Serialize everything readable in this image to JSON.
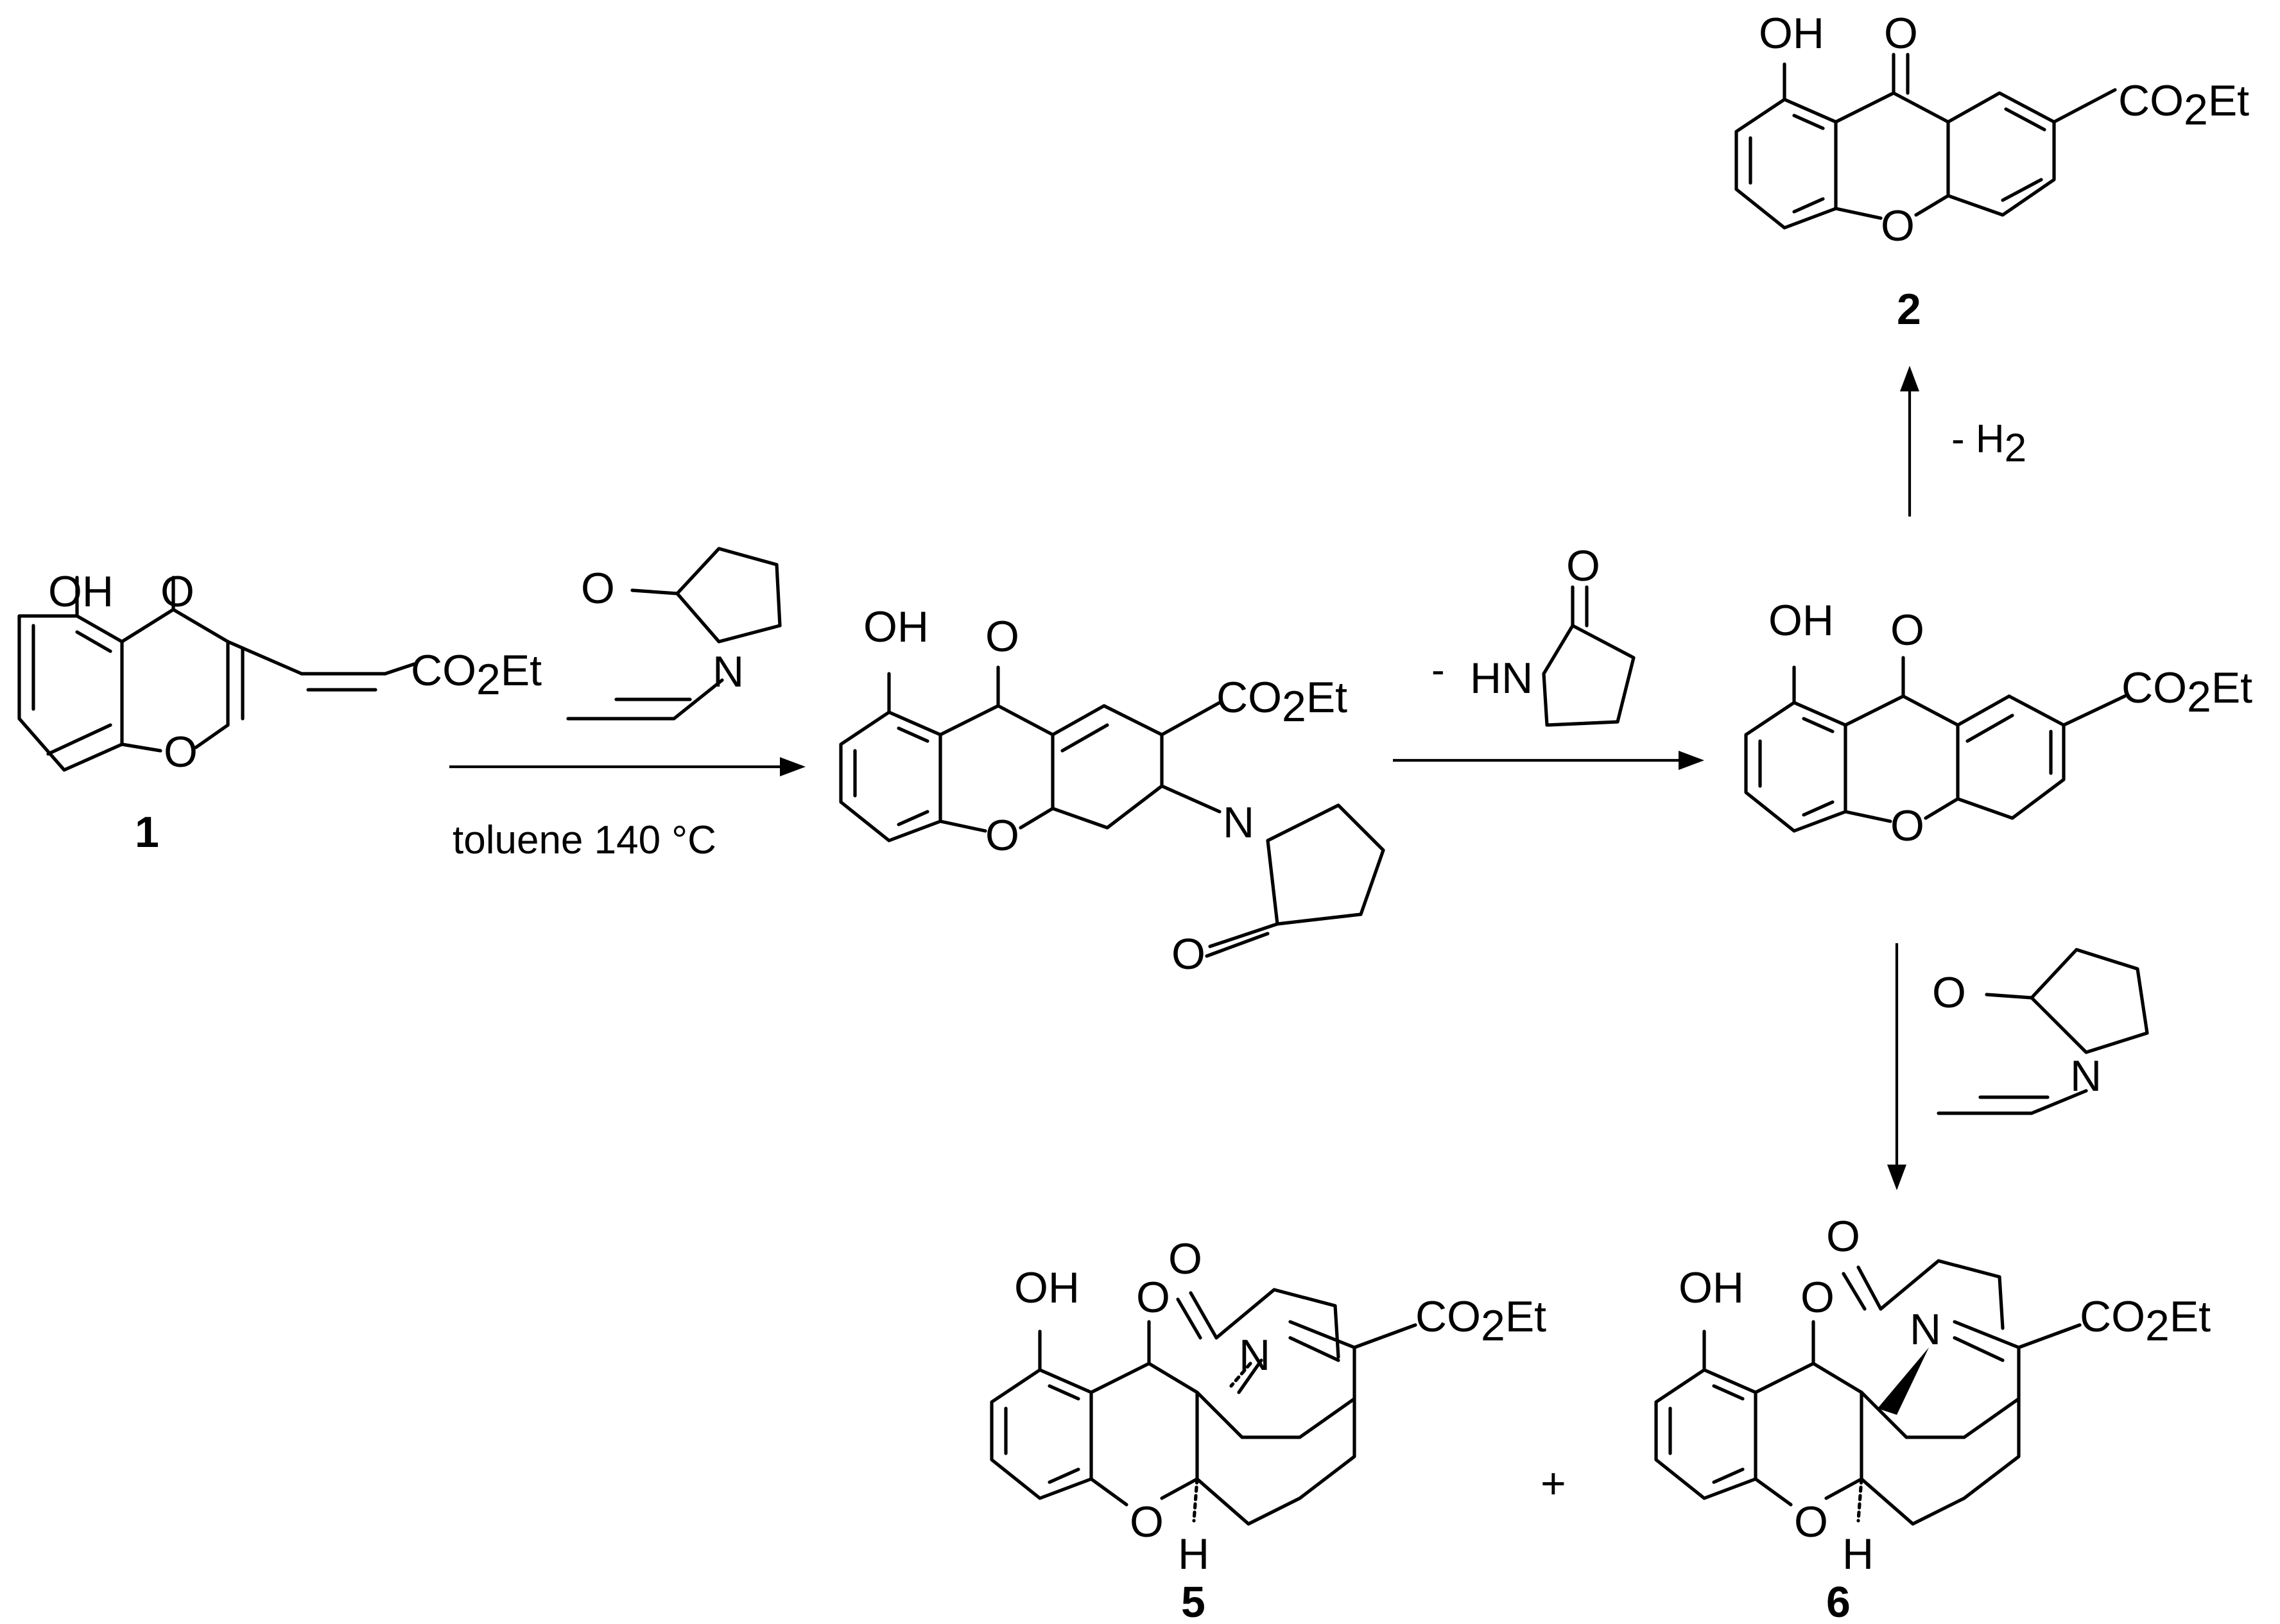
{
  "labels": {
    "oh": "OH",
    "o": "O",
    "n": "N",
    "hn": "HN",
    "h": "H",
    "co2": "CO",
    "two": "2",
    "et": "Et"
  },
  "conditions": {
    "step1": "toluene 140 °C",
    "minus": "-",
    "minus_h": "- H",
    "h2_sub": "2",
    "plus": "+"
  },
  "compounds": {
    "c1": "1",
    "c2": "2",
    "c5": "5",
    "c6": "6"
  }
}
